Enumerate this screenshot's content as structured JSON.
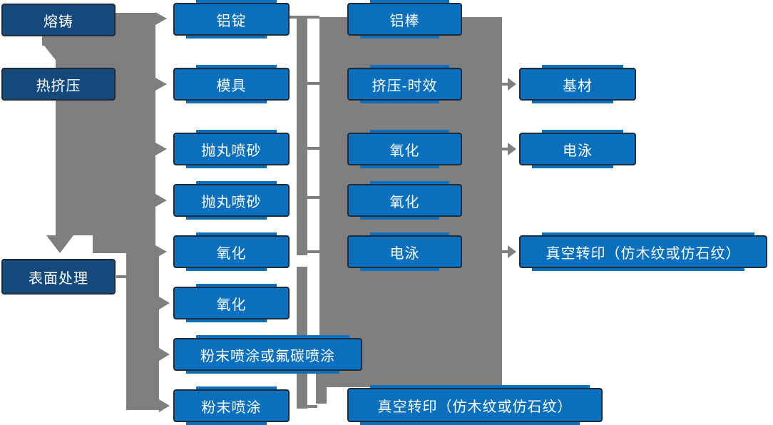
{
  "flowchart": {
    "stage_column": [
      "熔铸",
      "热挤压",
      "表面处理"
    ],
    "preparation_column": [
      "铝锭",
      "模具",
      "抛丸喷砂",
      "抛丸喷砂",
      "氧化",
      "氧化",
      "粉末喷涂或氟碳喷涂",
      "粉末喷涂"
    ],
    "process_column": [
      "铝棒",
      "挤压-时效",
      "氧化",
      "氧化",
      "电泳"
    ],
    "output_column": [
      "基材",
      "电泳",
      "真空转印（仿木纹或仿石纹）"
    ],
    "bottom_output": "真空转印（仿木纹或仿石纹）",
    "colors": {
      "primary-blue": "#0a70be",
      "dark-blue": "#16497b",
      "connector-gray": "#7f7f7f",
      "box-border": "#1c2b3a",
      "text-color": "#ffffff",
      "background": "#ffffff"
    }
  }
}
